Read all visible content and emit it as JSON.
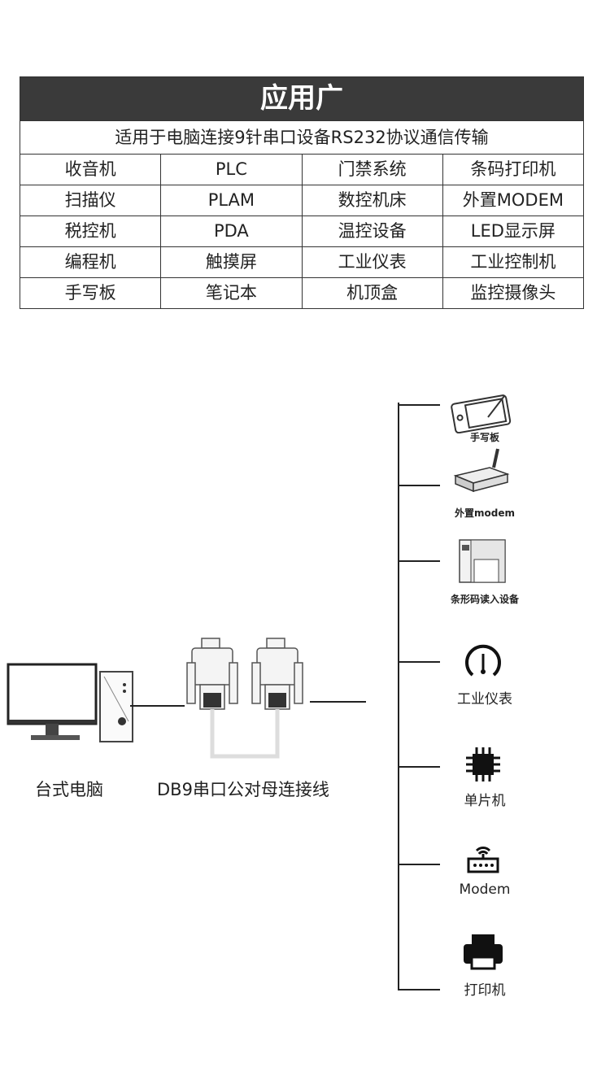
{
  "table": {
    "title": "应用广",
    "subtitle": "适用于电脑连接9针串口设备RS232协议通信传输",
    "rows": [
      [
        "收音机",
        "PLC",
        "门禁系统",
        "条码打印机"
      ],
      [
        "扫描仪",
        "PLAM",
        "数控机床",
        "外置MODEM"
      ],
      [
        "税控机",
        "PDA",
        "温控设备",
        "LED显示屏"
      ],
      [
        "编程机",
        "触摸屏",
        "工业仪表",
        "工业控制机"
      ],
      [
        "手写板",
        "笔记本",
        "机顶盒",
        "监控摄像头"
      ]
    ]
  },
  "diagram": {
    "pc_label": "台式电脑",
    "cable_label": "DB9串口公对母连接线",
    "devices": [
      {
        "label": "手写板",
        "icon": "tablet-icon"
      },
      {
        "label": "外置modem",
        "icon": "modem-box-icon"
      },
      {
        "label": "条形码读入设备",
        "icon": "barcode-printer-icon"
      },
      {
        "label": "工业仪表",
        "icon": "gauge-icon"
      },
      {
        "label": "单片机",
        "icon": "chip-icon"
      },
      {
        "label": "Modem",
        "icon": "router-icon"
      },
      {
        "label": "打印机",
        "icon": "printer-icon"
      }
    ]
  }
}
